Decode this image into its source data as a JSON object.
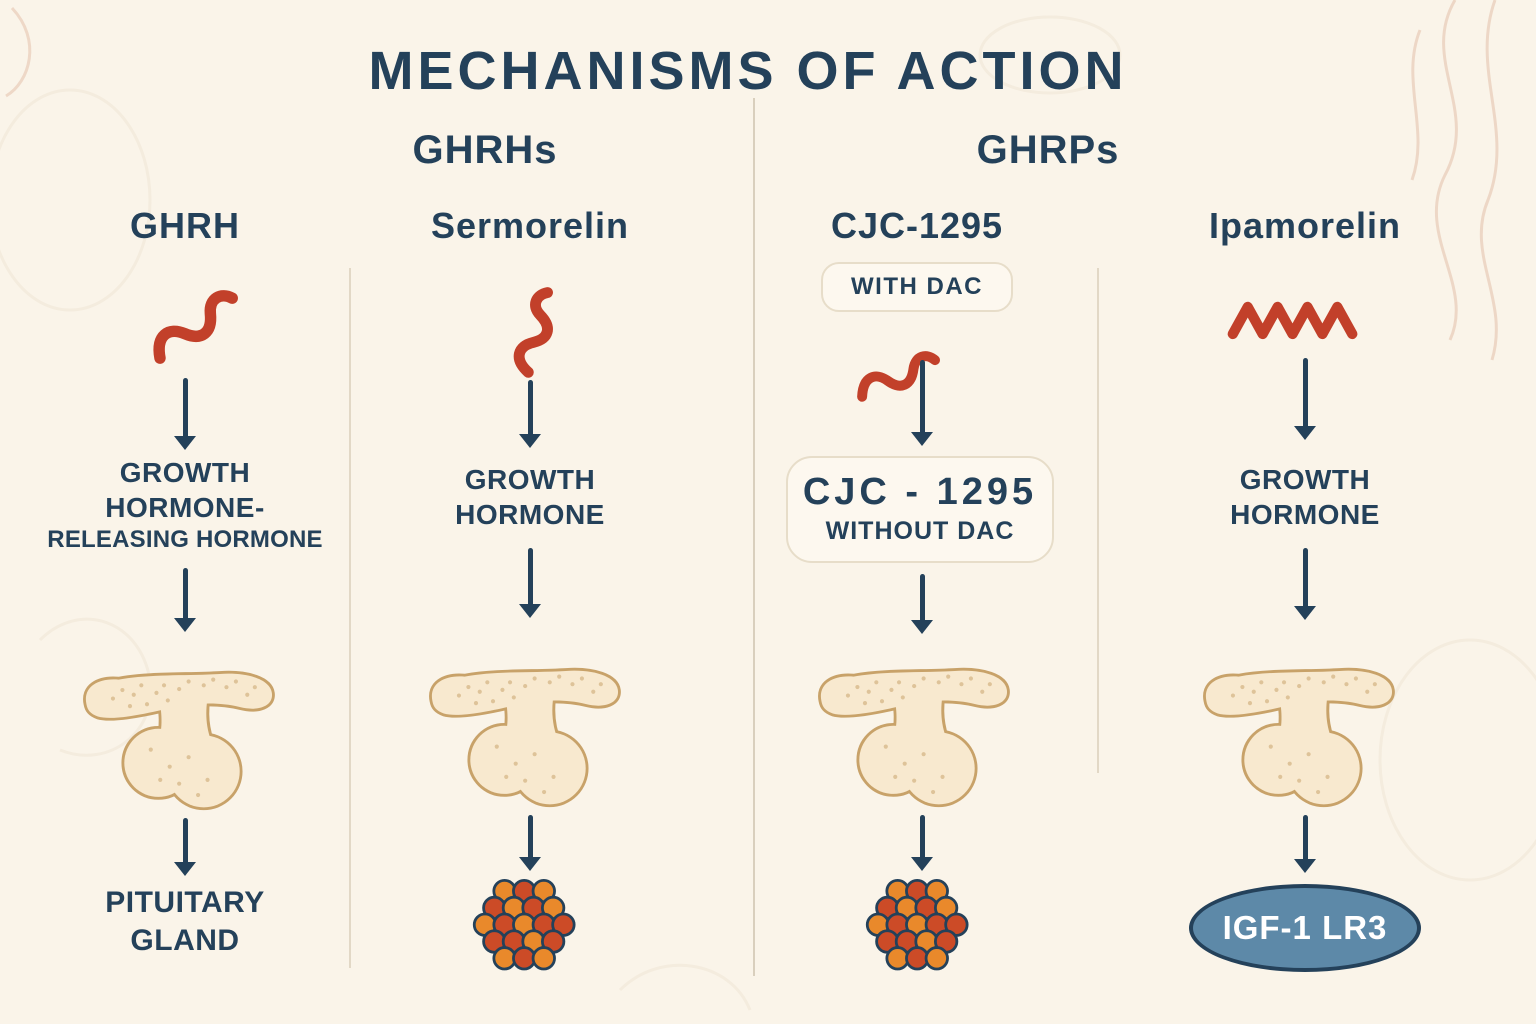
{
  "title": "MECHANISMS OF ACTION",
  "groups": {
    "left": "GHRHs",
    "right": "GHRPs"
  },
  "columns": {
    "ghrh": {
      "header": "GHRH",
      "hormone_label": {
        "line1": "GROWTH",
        "line2": "HORMONE-",
        "line3": "RELEASING HORMONE"
      },
      "target_label": {
        "line1": "PITUITARY",
        "line2": "GLAND"
      }
    },
    "sermorelin": {
      "header": "Sermorelin",
      "hormone_label": {
        "line1": "GROWTH",
        "line2": "HORMONE"
      }
    },
    "cjc1295": {
      "header": "CJC-1295",
      "variant_badge": "WITH DAC",
      "main_badge": {
        "line1": "CJC - 1295",
        "line2": "WITHOUT DAC"
      }
    },
    "ipamorelin": {
      "header": "Ipamorelin",
      "hormone_label": {
        "line1": "GROWTH",
        "line2": "HORMONE"
      },
      "result_pill": "IGF-1 LR3"
    }
  },
  "icons": {
    "peptide_squiggle": "peptide-squiggle-icon",
    "peptide_zigzag": "peptide-zigzag-icon",
    "down_arrow": "down-arrow-icon",
    "pituitary_gland": "pituitary-gland-icon",
    "hormone_dots": "hormone-release-dots-icon"
  },
  "colors": {
    "background": "#faf4e9",
    "heading_text": "#24415a",
    "peptide_red": "#c2402a",
    "gland_fill": "#f8e9cf",
    "gland_outline": "#c8a269",
    "dot_orange": "#e9892b",
    "dot_red": "#cc4b27",
    "badge_background": "#fdf8ef",
    "badge_border": "#e7ddc9",
    "pill_fill": "#5d89a8",
    "pill_border": "#24415a",
    "pill_text": "#ffffff"
  }
}
